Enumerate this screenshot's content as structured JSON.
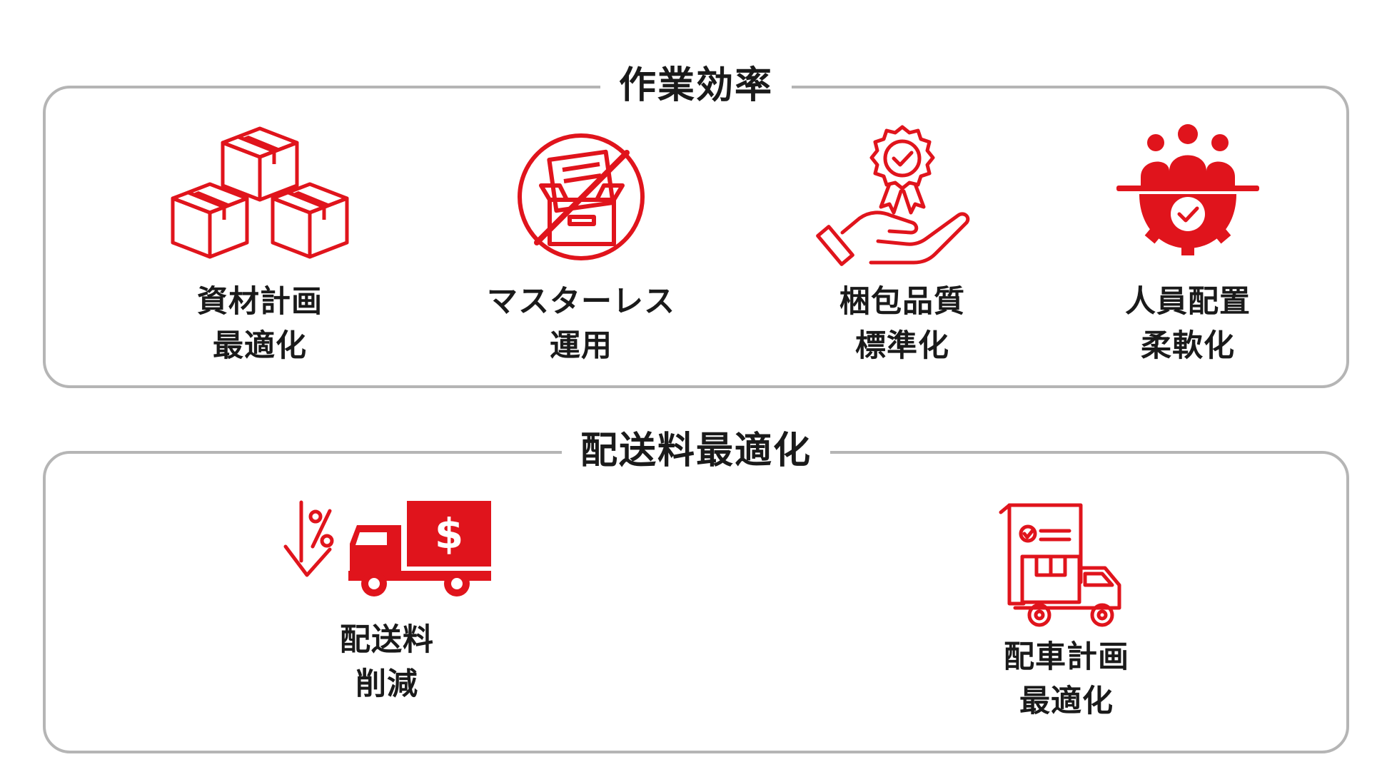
{
  "accent_color": "#e0141c",
  "sections": [
    {
      "title": "作業効率",
      "items": [
        {
          "icon": "boxes-icon",
          "line1": "資材計画",
          "line2": "最適化"
        },
        {
          "icon": "no-documents-icon",
          "line1": "マスターレス",
          "line2": "運用"
        },
        {
          "icon": "quality-badge-hand-icon",
          "line1": "梱包品質",
          "line2": "標準化"
        },
        {
          "icon": "team-gear-icon",
          "line1": "人員配置",
          "line2": "柔軟化"
        }
      ]
    },
    {
      "title": "配送料最適化",
      "items": [
        {
          "icon": "discount-truck-icon",
          "line1": "配送料",
          "line2": "削減"
        },
        {
          "icon": "delivery-plan-icon",
          "line1": "配車計画",
          "line2": "最適化"
        }
      ]
    }
  ]
}
